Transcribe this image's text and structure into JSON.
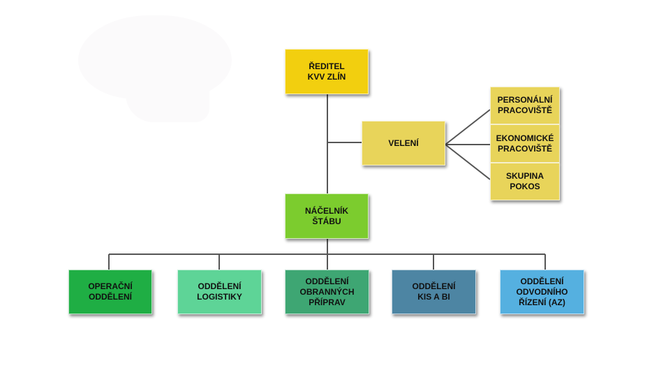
{
  "diagram": {
    "type": "org-chart",
    "nodes": {
      "reditel": {
        "label": "ŘEDITEL\nKVV ZLÍN",
        "color": "#f2cf0f"
      },
      "veleni": {
        "label": "VELENÍ",
        "color": "#e8d45a"
      },
      "personalni": {
        "label": "PERSONÁLNÍ\nPRACOVIŠTĚ",
        "color": "#e8d45a"
      },
      "ekonomicke": {
        "label": "EKONOMICKÉ\nPRACOVIŠTĚ",
        "color": "#e8d45a"
      },
      "pokos": {
        "label": "SKUPINA\nPOKOS",
        "color": "#e8d45a"
      },
      "nacelnik": {
        "label": "NÁČELNÍK\nŠTÁBU",
        "color": "#7ccc2e"
      },
      "operacni": {
        "label": "OPERAČNÍ\nODDĚLENÍ",
        "color": "#1fae44"
      },
      "logistiky": {
        "label": "ODDĚLENÍ\nLOGISTIKY",
        "color": "#5ed497"
      },
      "obrannych": {
        "label": "ODDĚLENÍ\nOBRANNÝCH\nPŘÍPRAV",
        "color": "#3ea673"
      },
      "kis": {
        "label": "ODDĚLENÍ\nKIS A BI",
        "color": "#4d85a3"
      },
      "odvodniho": {
        "label": "ODDĚLENÍ\nODVODNÍHO\nŘÍZENÍ (AZ)",
        "color": "#55b0e0"
      }
    },
    "edges": [
      [
        "reditel",
        "nacelnik"
      ],
      [
        "reditel",
        "veleni"
      ],
      [
        "veleni",
        "personalni"
      ],
      [
        "veleni",
        "ekonomicke"
      ],
      [
        "veleni",
        "pokos"
      ],
      [
        "nacelnik",
        "operacni"
      ],
      [
        "nacelnik",
        "logistiky"
      ],
      [
        "nacelnik",
        "obrannych"
      ],
      [
        "nacelnik",
        "kis"
      ],
      [
        "nacelnik",
        "odvodniho"
      ]
    ],
    "line_color": "#555555"
  }
}
